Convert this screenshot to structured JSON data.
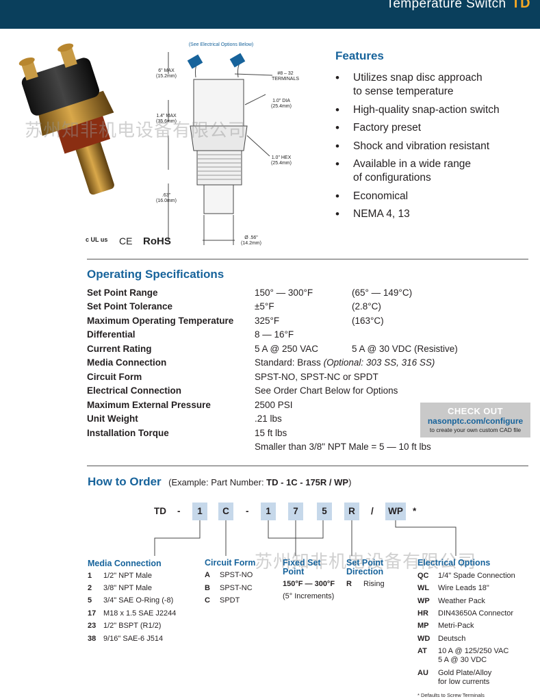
{
  "header": {
    "title": "Temperature Switch",
    "code": "TD"
  },
  "diagram": {
    "note": "(See Electrical Options Below)",
    "dim_1": "6\" MAX",
    "dim_1b": "(15.2mm)",
    "dim_2": "#8 – 32",
    "dim_2b": "TERMINALS",
    "dim_3": "1.0\" DIA",
    "dim_3b": "(25.4mm)",
    "dim_4": "1.4\" MAX",
    "dim_4b": "(35.6mm)",
    "dim_5": "1.0\" HEX",
    "dim_5b": "(25.4mm)",
    "dim_6": ".63\"",
    "dim_6b": "(16.0mm)",
    "dim_7": "Ø .56\"",
    "dim_7b": "(14.2mm)"
  },
  "certs": {
    "ul": "c UL us",
    "ce": "CE",
    "rohs": "RoHS"
  },
  "watermark": {
    "text": "苏州知非机电设备有限公司"
  },
  "features": {
    "title": "Features",
    "items": [
      {
        "line1": "Utilizes snap disc approach",
        "line2": "to sense temperature"
      },
      {
        "line1": "High-quality snap-action switch"
      },
      {
        "line1": "Factory preset"
      },
      {
        "line1": "Shock and vibration resistant"
      },
      {
        "line1": "Available in a wide range",
        "line2": "of configurations"
      },
      {
        "line1": "Economical"
      },
      {
        "line1": "NEMA 4, 13"
      }
    ]
  },
  "specs": {
    "title": "Operating Specifications",
    "rows": [
      {
        "label": "Set Point Range",
        "v1": "150° — 300°F",
        "v2": "(65° — 149°C)"
      },
      {
        "label": "Set Point Tolerance",
        "v1": "±5°F",
        "v2": "(2.8°C)"
      },
      {
        "label": "Maximum Operating Temperature",
        "v1": "325°F",
        "v2": "(163°C)"
      },
      {
        "label": "Differential",
        "v1": "8 — 16°F",
        "v2": ""
      },
      {
        "label": "Current Rating",
        "v1": "5 A @ 250 VAC",
        "v2": "5 A @ 30 VDC (Resistive)"
      },
      {
        "label": "Media Connection",
        "v1": "Standard: Brass",
        "v1i": "(Optional: 303 SS, 316 SS)",
        "v2": ""
      },
      {
        "label": "Circuit Form",
        "v1": "SPST-NO, SPST-NC or SPDT",
        "v2": ""
      },
      {
        "label": "Electrical Connection",
        "v1": "See Order Chart Below for Options",
        "v2": ""
      },
      {
        "label": "Maximum External Pressure",
        "v1": "2500 PSI",
        "v2": ""
      },
      {
        "label": "Unit Weight",
        "v1": ".21 lbs",
        "v2": ""
      },
      {
        "label": "Installation Torque",
        "v1": "15 ft lbs",
        "v2": ""
      },
      {
        "label": "",
        "v1": "Smaller than 3/8\" NPT Male = 5 — 10 ft lbs",
        "v2": ""
      }
    ]
  },
  "cta": {
    "line1": "CHECK OUT",
    "line2": "nasonptc.com/configure",
    "line3": "to create your own custom CAD file"
  },
  "order": {
    "title": "How to Order",
    "example_prefix": "(Example: Part Number: ",
    "example_part": "TD - 1C - 175R / WP",
    "example_suffix": ")",
    "code": {
      "td": "TD",
      "dash1": "-",
      "b1": "1",
      "b2": "C",
      "dash2": "-",
      "b3": "1",
      "b4": "7",
      "b5": "5",
      "b6": "R",
      "slash": "/",
      "b7": "WP",
      "star": "*"
    },
    "media": {
      "title": "Media Connection",
      "items": [
        {
          "code": "1",
          "text": "1/2\" NPT Male"
        },
        {
          "code": "2",
          "text": "3/8\" NPT Male"
        },
        {
          "code": "5",
          "text": "3/4\" SAE O-Ring (-8)"
        },
        {
          "code": "17",
          "text": "M18 x 1.5 SAE J2244"
        },
        {
          "code": "23",
          "text": "1/2\" BSPT (R1/2)"
        },
        {
          "code": "38",
          "text": "9/16\" SAE-6 J514"
        }
      ]
    },
    "circuit": {
      "title": "Circuit Form",
      "items": [
        {
          "code": "A",
          "text": "SPST-NO"
        },
        {
          "code": "B",
          "text": "SPST-NC"
        },
        {
          "code": "C",
          "text": "SPDT"
        }
      ]
    },
    "fixed": {
      "title1": "Fixed Set",
      "title2": "Point",
      "range": "150°F — 300°F",
      "increments": "(5° Increments)"
    },
    "direction": {
      "title1": "Set Point",
      "title2": "Direction",
      "code": "R",
      "text": "Rising"
    },
    "electrical": {
      "title": "Electrical Options",
      "items": [
        {
          "code": "QC",
          "text": "1/4\" Spade Connection"
        },
        {
          "code": "WL",
          "text": "Wire Leads 18\""
        },
        {
          "code": "WP",
          "text": "Weather Pack"
        },
        {
          "code": "HR",
          "text": "DIN43650A Connector"
        },
        {
          "code": "MP",
          "text": "Metri-Pack"
        },
        {
          "code": "WD",
          "text": "Deutsch"
        },
        {
          "code": "AT",
          "text": "10 A @ 125/250 VAC",
          "text2": "5 A @ 30 VDC"
        },
        {
          "code": "AU",
          "text": "Gold Plate/Alloy",
          "text2": "for low currents"
        }
      ],
      "footnote": "* Defaults to Screw Terminals"
    }
  }
}
